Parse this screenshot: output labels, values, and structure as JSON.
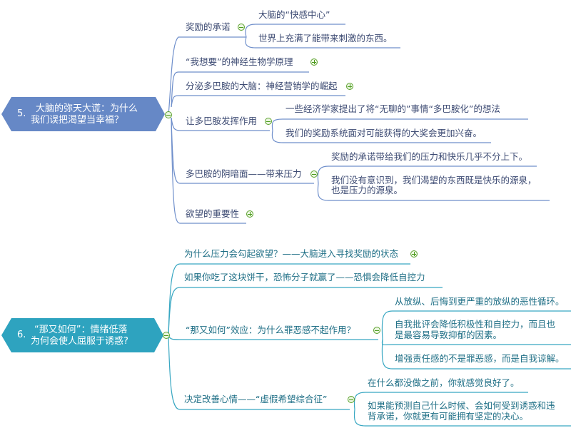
{
  "colors": {
    "topic1": "#6688c6",
    "topic2": "#2ea3bf",
    "line1": "#6f8fcb",
    "line2": "#38a7c2",
    "toggle": "#5aa02c"
  },
  "topics": [
    {
      "number": "5.",
      "title_line1": "大脑的弥天大谎：为什么",
      "title_line2": "我们误把渴望当幸福？",
      "branches": [
        {
          "label": "奖励的承诺",
          "toggle": "collapse",
          "children": [
            "大脑的“快感中心”",
            "世界上充满了能带来刺激的东西。"
          ]
        },
        {
          "label": "“我想要”的神经生物学原理",
          "toggle": "expand"
        },
        {
          "label": "分泌多巴胺的大脑：神经营销学的崛起",
          "toggle": "expand"
        },
        {
          "label": "让多巴胺发挥作用",
          "toggle": "collapse",
          "children": [
            "一些经济学家提出了将“无聊的”事情“多巴胺化”的想法",
            "我们的奖励系统面对可能获得的大奖会更加兴奋。"
          ]
        },
        {
          "label": "多巴胺的阴暗面——带来压力",
          "toggle": "collapse",
          "children": [
            "奖励的承诺带给我们的压力和快乐几乎不分上下。",
            "我们没有意识到，我们渴望的东西既是快乐的源泉，",
            "也是压力的源泉。"
          ]
        },
        {
          "label": "欲望的重要性",
          "toggle": "expand"
        }
      ]
    },
    {
      "number": "6.",
      "title_line1": "“那又如何”：情绪低落",
      "title_line2": "为何会使人屈服于诱惑?",
      "branches": [
        {
          "label": "为什么压力会勾起欲望？——大脑进入寻找奖励的状态",
          "toggle": "expand"
        },
        {
          "label": "如果你吃了这块饼干，恐怖分子就赢了——恐惧会降低自控力"
        },
        {
          "label": "“那又如何”效应：为什么罪恶感不起作用？",
          "toggle": "collapse",
          "children": [
            "从放纵、后悔到更严重的放纵的恶性循环。",
            "自我批评会降低积极性和自控力，而且也",
            "是最容易导致抑郁的因素。",
            "增强责任感的不是罪恶感，而是自我谅解。"
          ]
        },
        {
          "label": "决定改善心情——“虚假希望综合征”",
          "toggle": "collapse",
          "children": [
            "在什么都没做之前，你就感觉良好了。",
            "如果能预测自己什么时候、会如何受到诱惑和违",
            "背承诺，你就更有可能拥有坚定的决心。"
          ]
        }
      ]
    }
  ]
}
